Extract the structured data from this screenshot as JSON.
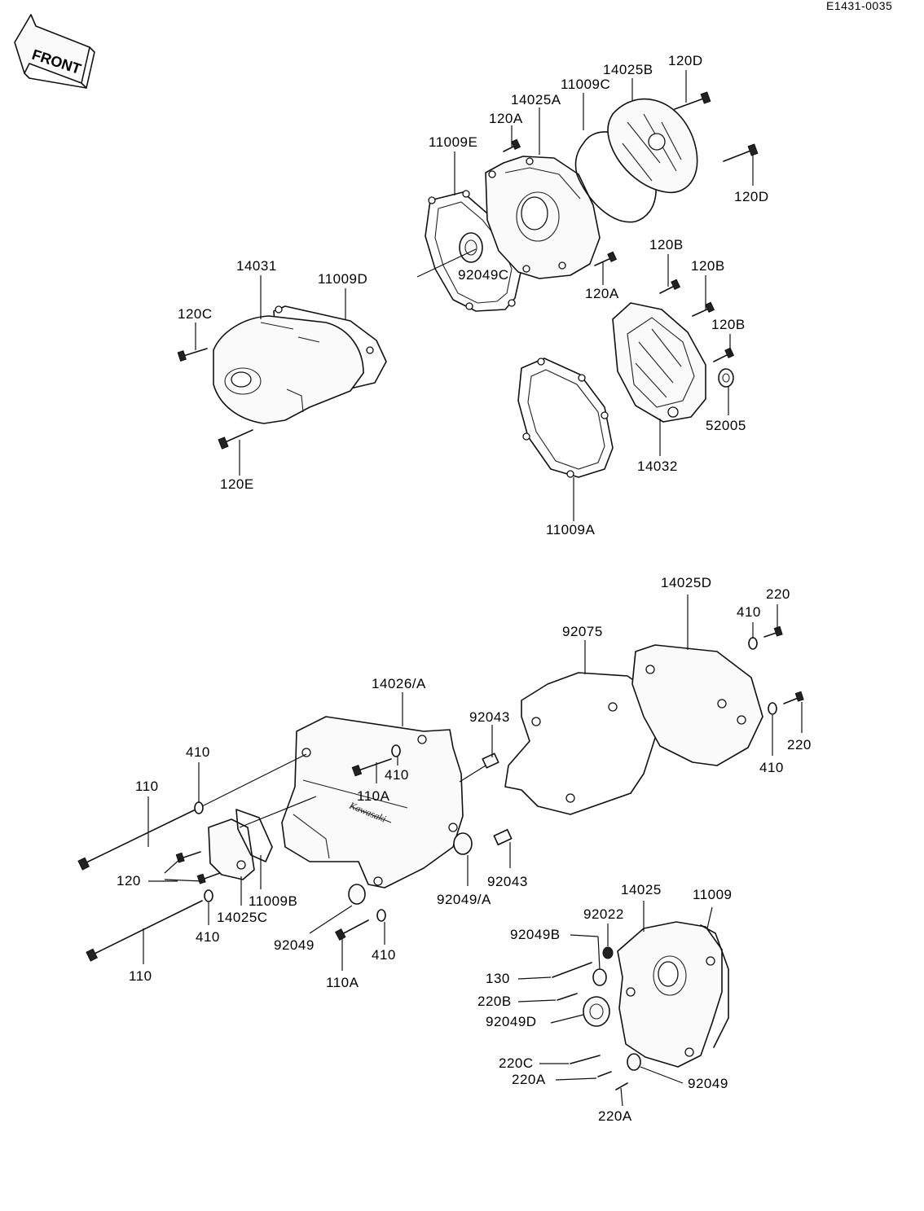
{
  "diagram_code": "E1431-0035",
  "front_indicator": "FRONT",
  "brand_mark": "Kawasaki",
  "labels": {
    "p11009E": "11009E",
    "p120A_top": "120A",
    "p14025A": "14025A",
    "p11009C": "11009C",
    "p14025B": "14025B",
    "p120D_top": "120D",
    "p120D_bottom": "120D",
    "p92049C": "92049C",
    "p120A_mid": "120A",
    "p120B_1": "120B",
    "p120B_2": "120B",
    "p120B_3": "120B",
    "p14031": "14031",
    "p11009D": "11009D",
    "p120C": "120C",
    "p120E": "120E",
    "p52005": "52005",
    "p14032": "14032",
    "p11009A": "11009A",
    "p14025D": "14025D",
    "p220_top": "220",
    "p410_top": "410",
    "p92075": "92075",
    "p14026A": "14026/A",
    "p92043_top": "92043",
    "p220_right": "220",
    "p410_right": "410",
    "p410_a": "410",
    "p410_b": "410",
    "p110_top": "110",
    "p110A_top": "110A",
    "p120": "120",
    "p11009B": "11009B",
    "p14025C": "14025C",
    "p92043_mid": "92043",
    "p92049A": "92049/A",
    "p410_c": "410",
    "p110_bottom": "110",
    "p92049_left": "92049",
    "p110A_bottom": "110A",
    "p410_d": "410",
    "p14025": "14025",
    "p11009": "11009",
    "p92022": "92022",
    "p92049B": "92049B",
    "p130": "130",
    "p220B": "220B",
    "p92049D": "92049D",
    "p220C": "220C",
    "p220A_1": "220A",
    "p92049_right": "92049",
    "p220A_2": "220A"
  }
}
